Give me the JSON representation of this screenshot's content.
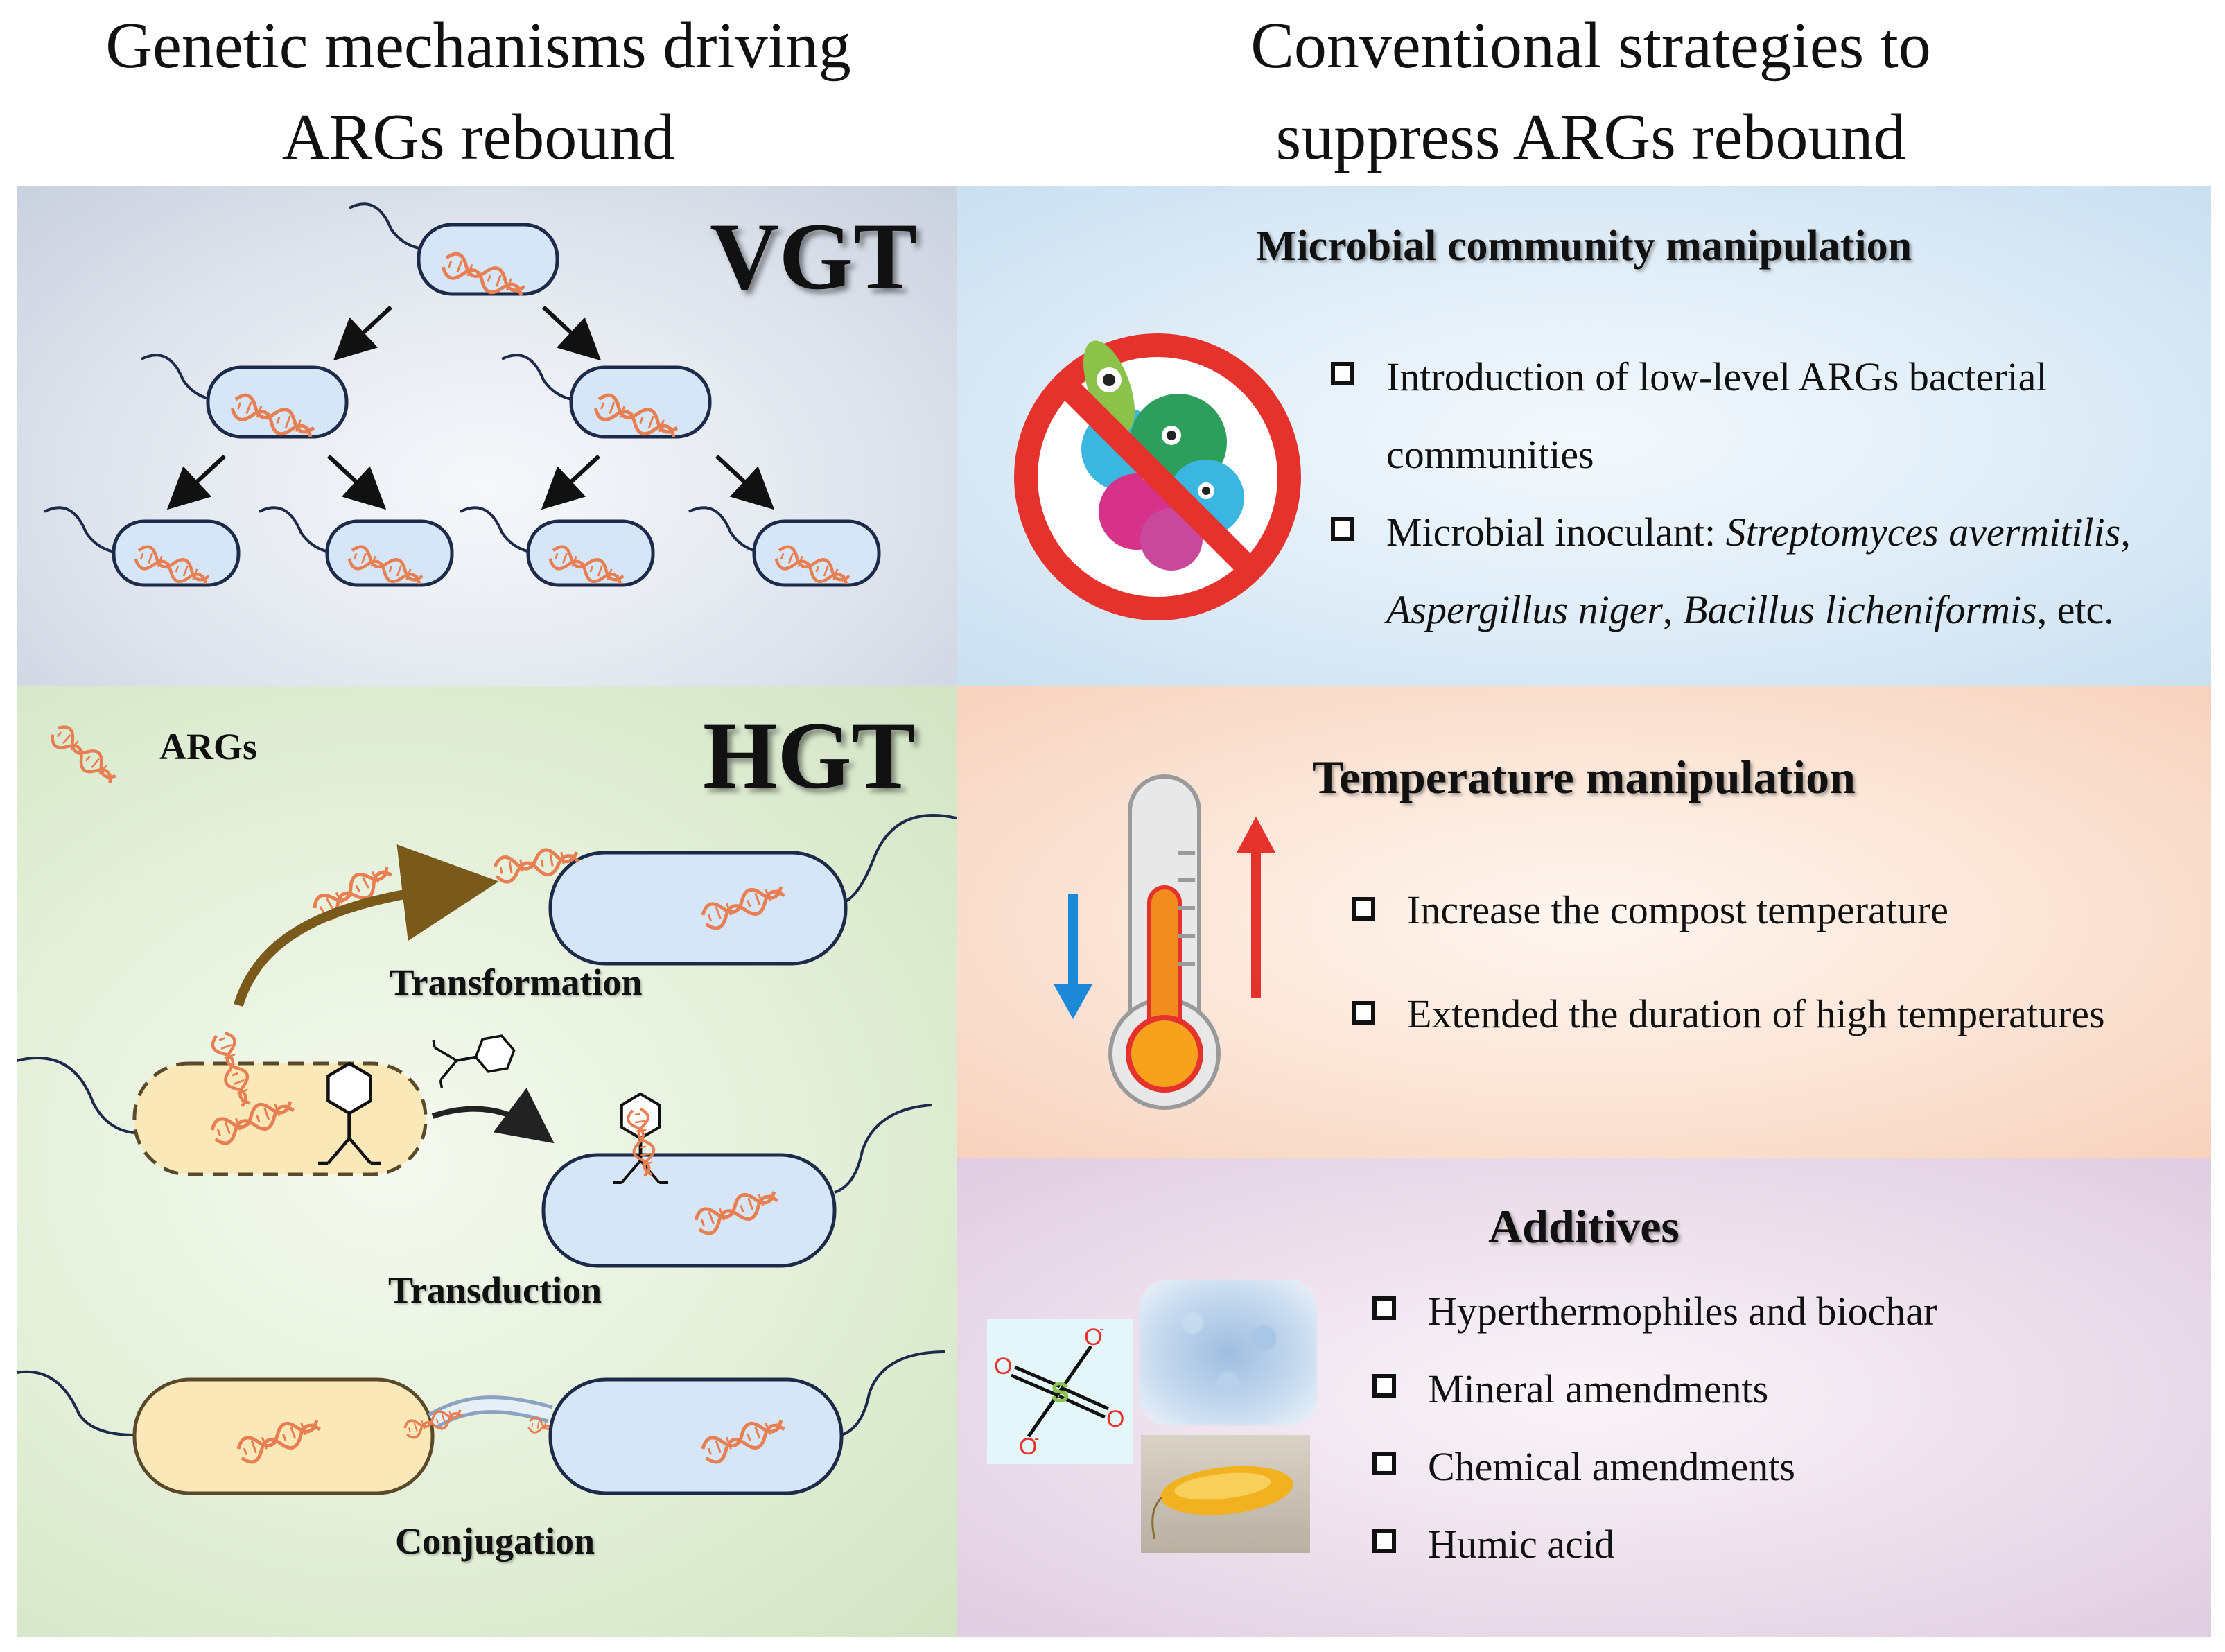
{
  "headers": {
    "left": [
      "Genetic mechanisms driving",
      "ARGs rebound"
    ],
    "right": [
      "Conventional strategies to",
      "suppress ARGs rebound"
    ]
  },
  "vgt": {
    "label": "VGT"
  },
  "hgt": {
    "label": "HGT",
    "legend": "ARGs",
    "transformation": "Transformation",
    "transduction": "Transduction",
    "conjugation": "Conjugation"
  },
  "microbial": {
    "title": "Microbial community manipulation",
    "bullet1_line1": "Introduction of low-level ARGs bacterial",
    "bullet1_line2": "communities",
    "bullet2_prefix": "Microbial inoculant: ",
    "bullet2_species1": "Streptomyces avermitilis",
    "bullet2_sep1": ",",
    "bullet2_species2": "Aspergillus niger",
    "bullet2_sep2": ", ",
    "bullet2_species3": "Bacillus licheniformis",
    "bullet2_suffix": ", etc."
  },
  "temperature": {
    "title": "Temperature manipulation",
    "bullet1": "Increase the compost temperature",
    "bullet2": "Extended the duration of high temperatures"
  },
  "additives": {
    "title": "Additives",
    "bullets": [
      "Hyperthermophiles and biochar",
      "Mineral amendments",
      "Chemical amendments",
      "Humic acid"
    ],
    "sulfate_atoms": {
      "s": "S",
      "o": "O",
      "charge": "-"
    }
  },
  "colors": {
    "vgt_bg": "#d3dae6",
    "hgt_bg": "#dcead0",
    "microbial_bg": "#d6e8f4",
    "temperature_bg": "#fbdcca",
    "additives_bg": "#e5d5e6",
    "cell_blue": "#d7e6f7",
    "cell_yellow": "#fbe8b8",
    "arg_orange": "#e77f52",
    "arrow_brown": "#7a5a1a",
    "red": "#e5322d",
    "blue": "#1e88d8"
  }
}
